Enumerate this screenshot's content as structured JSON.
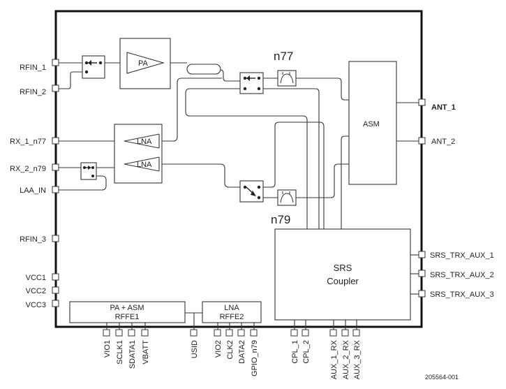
{
  "blocks": {
    "pa": "PA",
    "lna_top": "LNA",
    "lna_bottom": "LNA",
    "asm": "ASM",
    "srs_line1": "SRS",
    "srs_line2": "Coupler",
    "rffe1_line1": "PA + ASM",
    "rffe1_line2": "RFFE1",
    "rffe2_line1": "LNA",
    "rffe2_line2": "RFFE2"
  },
  "bands": {
    "n77": "n77",
    "n79": "n79"
  },
  "left_pins": [
    "RFIN_1",
    "RFIN_2",
    "RX_1_n77",
    "RX_2_n79",
    "LAA_IN",
    "RFIN_3",
    "VCC1",
    "VCC2",
    "VCC3"
  ],
  "right_pins": [
    "ANT_1",
    "ANT_2",
    "SRS_TRX_AUX_1",
    "SRS_TRX_AUX_2",
    "SRS_TRX_AUX_3"
  ],
  "bottom_pins": [
    "VIO1",
    "SCLK1",
    "SDATA1",
    "VBATT",
    "USID",
    "VIO2",
    "CLK2",
    "DATA2",
    "GPIO_n79",
    "CPL_1",
    "CPL_2",
    "AUX_1_RX",
    "AUX_2_RX",
    "AUX_3_RX"
  ],
  "figure_id": "205564-001"
}
